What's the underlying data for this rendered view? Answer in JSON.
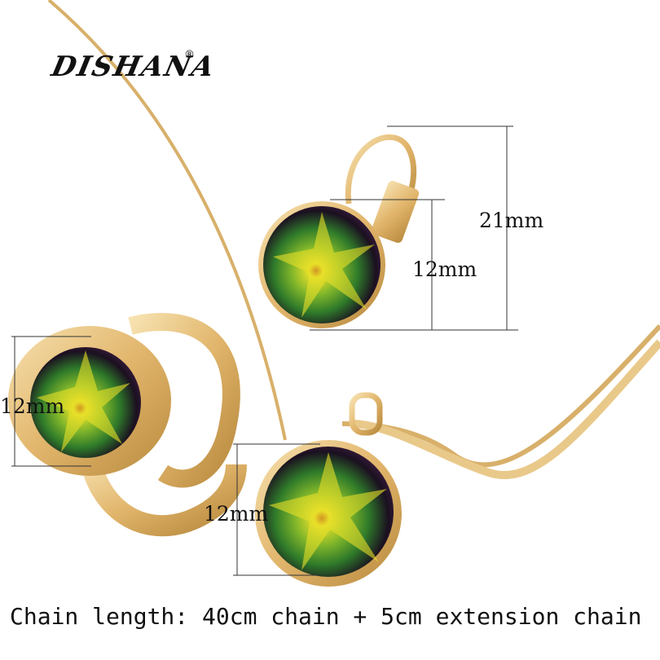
{
  "brand": {
    "name": "DISHANA",
    "registered_mark": "®"
  },
  "dimensions": {
    "earring_total": "21mm",
    "earring_stone": "12mm",
    "ring_stone": "12mm",
    "pendant_stone": "12mm"
  },
  "caption": "Chain length: 40cm chain + 5cm extension chain",
  "colors": {
    "gold": "#e6c07a",
    "gold_dark": "#b88a3e",
    "crystal_green": "#2f7a2a",
    "crystal_yellow": "#e8e02a",
    "crystal_dark": "#1b1020"
  }
}
